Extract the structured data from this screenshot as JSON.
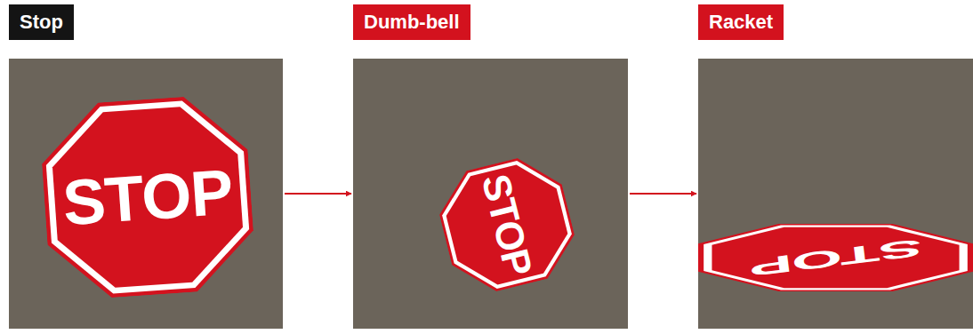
{
  "diagram": {
    "nodes": [
      {
        "text": [
          "Stop"
        ]
      },
      {
        "text": [
          "STOP"
        ],
        "in": 0
      },
      {
        "text": [
          "Dumb-bell"
        ]
      },
      {
        "text": [
          "STOP"
        ],
        "in": 2
      },
      {
        "text": [
          "Racket"
        ]
      },
      {
        "text": [
          "STOP"
        ],
        "in": 4
      }
    ],
    "edges": [
      {
        "from": 0,
        "to": 2,
        "arrow": "to"
      },
      {
        "from": 2,
        "to": 4,
        "arrow": "to"
      }
    ]
  }
}
